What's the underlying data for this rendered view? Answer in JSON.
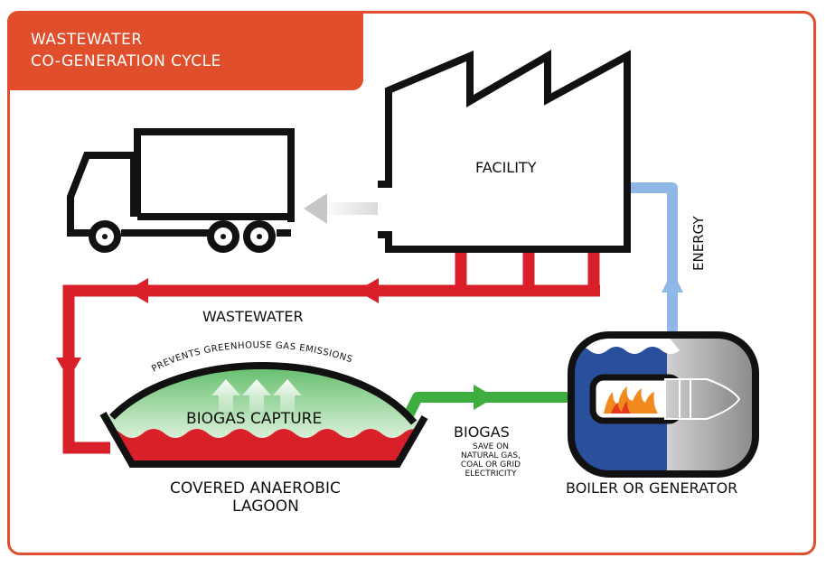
{
  "title": {
    "line1": "WASTEWATER",
    "line2": "CO-GENERATION CYCLE"
  },
  "labels": {
    "facility": "FACILITY",
    "energy": "ENERGY",
    "wastewater": "WASTEWATER",
    "prevents": "PREVENTS GREENHOUSE GAS EMISSIONS",
    "biogas_capture": "BIOGAS CAPTURE",
    "lagoon_line1": "COVERED ANAEROBIC",
    "lagoon_line2": "LAGOON",
    "biogas": "BIOGAS",
    "biogas_note": [
      "SAVE ON",
      "NATURAL GAS,",
      "COAL OR GRID",
      "ELECTRICITY"
    ],
    "boiler": "BOILER OR GENERATOR"
  },
  "colors": {
    "accent": "#e04e2b",
    "wastewater": "#d9202a",
    "biogas": "#3dae3f",
    "energy": "#8eb8e6",
    "product": "#cccccc",
    "water_blue": "#2a4f9c",
    "outline": "#111111"
  },
  "icons": {
    "truck": "truck-icon",
    "factory": "factory-icon",
    "lagoon": "lagoon-icon",
    "boiler": "boiler-icon",
    "flame": "flame-icon"
  }
}
